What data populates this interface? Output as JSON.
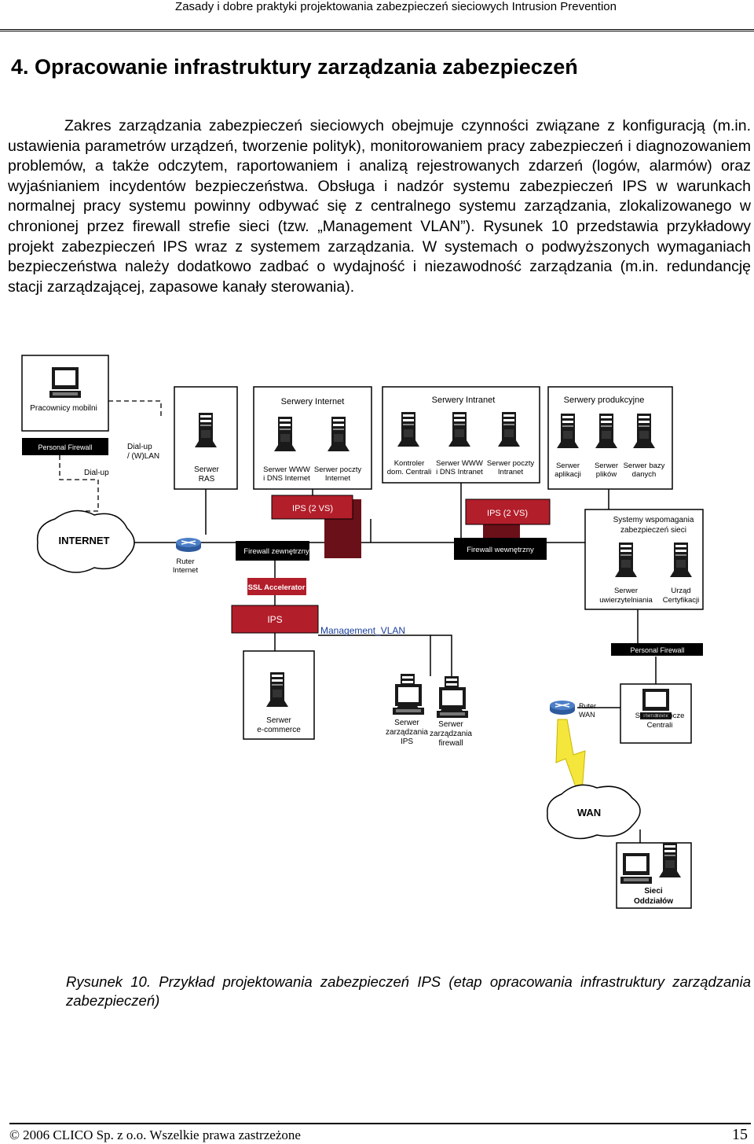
{
  "header": {
    "running_title": "Zasady i dobre praktyki projektowania zabezpieczeń sieciowych Intrusion Prevention"
  },
  "heading": "4. Opracowanie infrastruktury zarządzania zabezpieczeń",
  "paragraph": "Zakres zarządzania zabezpieczeń sieciowych obejmuje czynności związane z konfiguracją (m.in. ustawienia parametrów urządzeń, tworzenie polityk), monitorowaniem pracy zabezpieczeń i diagnozowaniem problemów, a także odczytem, raportowaniem i analizą rejestrowanych zdarzeń (logów, alarmów) oraz wyjaśnianiem incydentów bezpieczeństwa. Obsługa i nadzór systemu zabezpieczeń IPS w warunkach normalnej pracy systemu powinny odbywać się z centralnego systemu zarządzania, zlokalizowanego w chronionej przez firewall strefie sieci (tzw. „Management VLAN”). Rysunek 10 przedstawia przykładowy projekt zabezpieczeń IPS wraz z systemem zarządzania. W systemach o podwyższonych wymaganiach bezpieczeństwa należy dodatkowo zadbać o wydajność i niezawodność zarządzania (m.in. redundancję stacji zarządzającej, zapasowe kanały sterowania).",
  "diagram": {
    "mobile": {
      "title": "Pracownicy mobilni",
      "firewall": "Personal Firewall",
      "dialup": "Dial-up",
      "dialup_wlan": [
        "Dial-up",
        "/ (W)LAN"
      ]
    },
    "ras": [
      "Serwer",
      "RAS"
    ],
    "group_internet": {
      "title": "Serwery Internet",
      "s1": [
        "Serwer WWW",
        "i DNS Internet"
      ],
      "s2": [
        "Serwer poczty",
        "Internet"
      ]
    },
    "group_intranet": {
      "title": "Serwery Intranet",
      "s1": [
        "Kontroler",
        "dom. Centrali"
      ],
      "s2": [
        "Serwer WWW",
        "i DNS Intranet"
      ],
      "s3": [
        "Serwer poczty",
        "Intranet"
      ]
    },
    "group_prod": {
      "title": "Serwery produkcyjne",
      "s1": [
        "Serwer",
        "aplikacji"
      ],
      "s2": [
        "Serwer",
        "plików"
      ],
      "s3": [
        "Serwer bazy",
        "danych"
      ]
    },
    "internet": "INTERNET",
    "router_internet": [
      "Ruter",
      "Internet"
    ],
    "ips_vs_1": "IPS (2 VS)",
    "ips_vs_2": "IPS (2 VS)",
    "fw_external": "Firewall zewnętrzny",
    "fw_internal": "Firewall wewnętrzny",
    "ssl": "SSL Accelerator",
    "ips": "IPS",
    "mgmt_vlan": "Management_VLAN",
    "support": {
      "title": [
        "Systemy wspomagania",
        "zabezpieczeń sieci"
      ],
      "s1": [
        "Serwer",
        "uwierzytelniania"
      ],
      "s2": [
        "Urząd",
        "Certyfikacji"
      ],
      "firewall": "Personal Firewall"
    },
    "ecommerce": [
      "Serwer",
      "e-commerce"
    ],
    "mgmt_ips": [
      "Serwer",
      "zarządzania",
      "IPS"
    ],
    "mgmt_fw": [
      "Serwer",
      "zarządzania",
      "firewall"
    ],
    "router_wan": [
      "Ruter",
      "WAN"
    ],
    "stations": [
      "Stacje robocze",
      "Centrali"
    ],
    "wan": "WAN",
    "branches": [
      "Sieci",
      "Oddziałów"
    ],
    "colors": {
      "ips_fill": "#b21e2a",
      "ips_dark": "#6a1018",
      "router_fill": "#4d7fc7",
      "link_blue": "#1a3f9c"
    }
  },
  "caption": "Rysunek 10. Przykład projektowania zabezpieczeń IPS (etap opracowania infrastruktury zarządzania zabezpieczeń)",
  "footer": {
    "copyright": "© 2006 CLICO Sp. z o.o. Wszelkie prawa zastrzeżone",
    "page": "15"
  }
}
